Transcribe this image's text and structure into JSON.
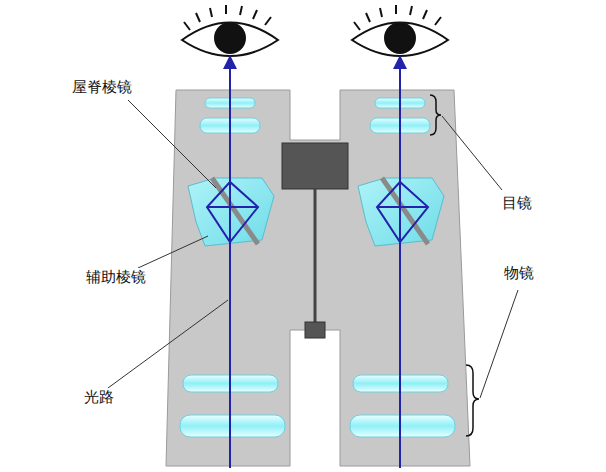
{
  "diagram": {
    "labels": [
      "屋脊棱镜",
      "辅助棱镜",
      "光路",
      "目镜",
      "物镜"
    ]
  }
}
